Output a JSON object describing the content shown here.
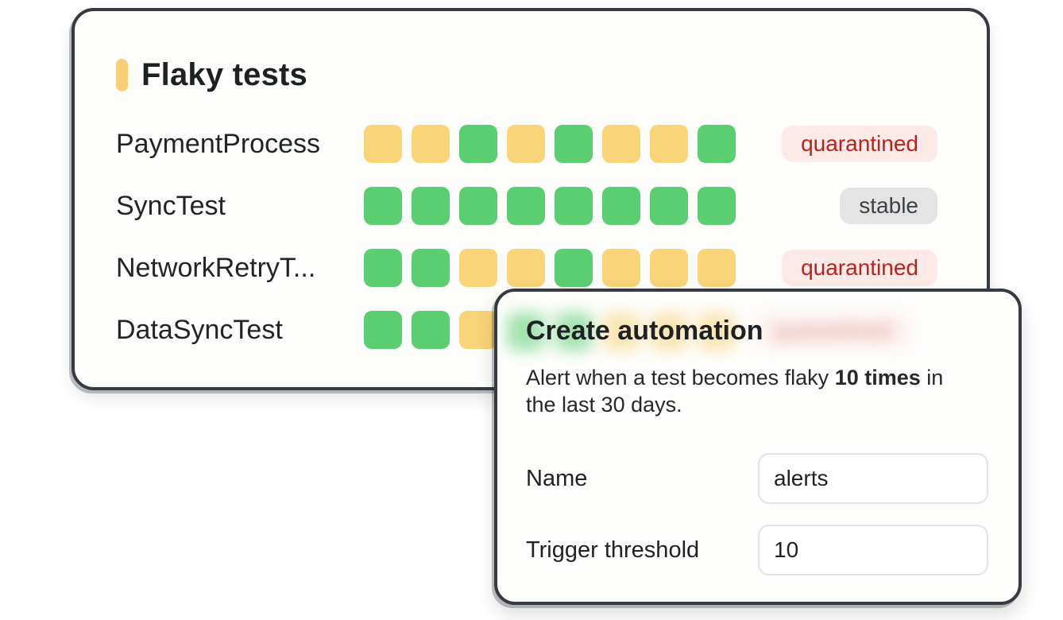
{
  "colors": {
    "green": "#5CCE72",
    "yellow": "#F9D478",
    "accent_bar": "#F8CF76",
    "quarantined_bg": "#FBEAE8",
    "quarantined_text": "#BE2119",
    "stable_bg": "#E4E4E4",
    "stable_text": "#3D4146",
    "card_border": "#363B41"
  },
  "panel": {
    "title": "Flaky tests",
    "rows": [
      {
        "name": "PaymentProcess",
        "squares": [
          "yellow",
          "yellow",
          "green",
          "yellow",
          "green",
          "yellow",
          "yellow",
          "green"
        ],
        "badge": {
          "label": "quarantined",
          "variant": "quarantined"
        }
      },
      {
        "name": "SyncTest",
        "squares": [
          "green",
          "green",
          "green",
          "green",
          "green",
          "green",
          "green",
          "green"
        ],
        "badge": {
          "label": "stable",
          "variant": "stable"
        }
      },
      {
        "name": "NetworkRetryT...",
        "squares": [
          "green",
          "green",
          "yellow",
          "yellow",
          "green",
          "yellow",
          "yellow",
          "yellow"
        ],
        "badge": {
          "label": "quarantined",
          "variant": "quarantined"
        }
      },
      {
        "name": "DataSyncTest",
        "squares": [
          "green",
          "green",
          "yellow",
          "green",
          "green",
          "yellow",
          "yellow",
          "yellow"
        ],
        "badge": {
          "label": "quarantined",
          "variant": "quarantined"
        },
        "hidden_behind_dialog_from_index": 3
      }
    ]
  },
  "modal": {
    "title": "Create automation",
    "description": {
      "prefix": "Alert when a test becomes flaky ",
      "bold": "10 times",
      "after_bold": " in",
      "line2": "the last 30 days."
    },
    "fields": [
      {
        "label": "Name",
        "value": "alerts"
      },
      {
        "label": "Trigger threshold",
        "value": "10"
      }
    ]
  }
}
